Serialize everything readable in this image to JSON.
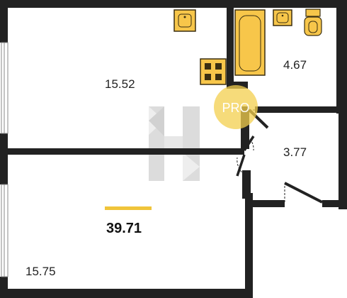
{
  "plan": {
    "rooms": [
      {
        "id": "living-room",
        "area": "15.52"
      },
      {
        "id": "bathroom",
        "area": "4.67"
      },
      {
        "id": "hallway",
        "area": "3.77"
      },
      {
        "id": "bedroom",
        "area": "15.75"
      }
    ],
    "total_area": "39.71",
    "badge_text": "PRO"
  },
  "colors": {
    "wall": "#222222",
    "fixture_fill": "#f7c64a",
    "fixture_stroke": "#3a2f12",
    "accent_bar": "#f0c43a",
    "badge": "#f3cf4d",
    "watermark": "#b0b0b0"
  },
  "icons": [
    "sink-icon",
    "bathtub-icon",
    "toilet-icon",
    "stove-icon",
    "watermark-logo"
  ]
}
